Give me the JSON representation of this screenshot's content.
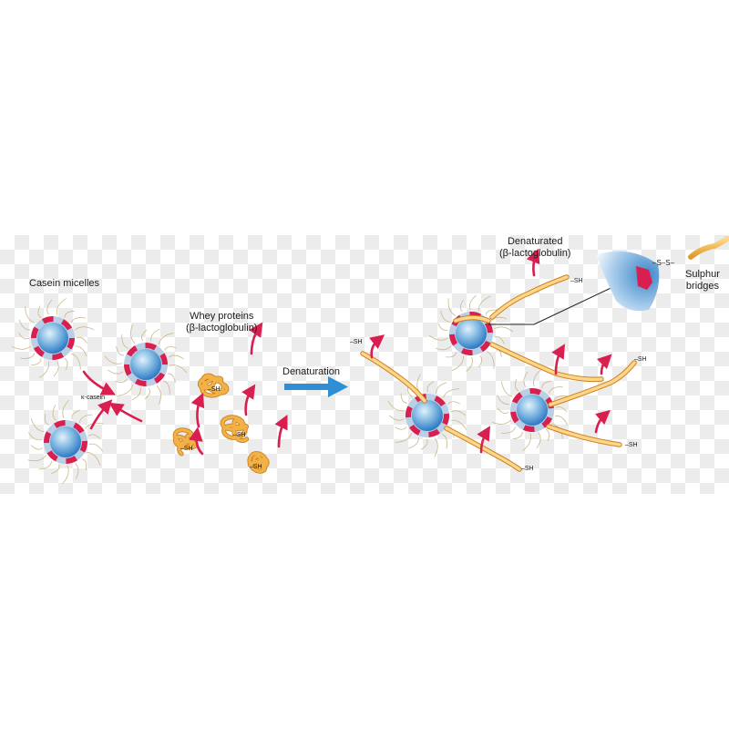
{
  "labels": {
    "casein_micelles": "Casein micelles",
    "kappa_casein": "κ-casein",
    "whey_proteins_line1": "Whey proteins",
    "whey_proteins_line2": "(β-lactoglobulin)",
    "denaturation": "Denaturation",
    "denaturated_line1": "Denaturated",
    "denaturated_line2": "(β-lactoglobulin)",
    "sulphur_line1": "Sulphur",
    "sulphur_line2": "bridges",
    "ss_bond": "–S–S–",
    "sh_group": "–SH"
  },
  "colors": {
    "micelle_core": "#2f7bc4",
    "micelle_highlight": "#d9ecf8",
    "kappa_casein_segment": "#d81f4f",
    "micelle_rim_light": "#b8cfe6",
    "whey_protein": "#f2b247",
    "whey_protein_dark": "#c9821f",
    "arrow_red": "#d81f4f",
    "denaturation_arrow": "#2e8fd4",
    "hair": "#c9b98a"
  }
}
